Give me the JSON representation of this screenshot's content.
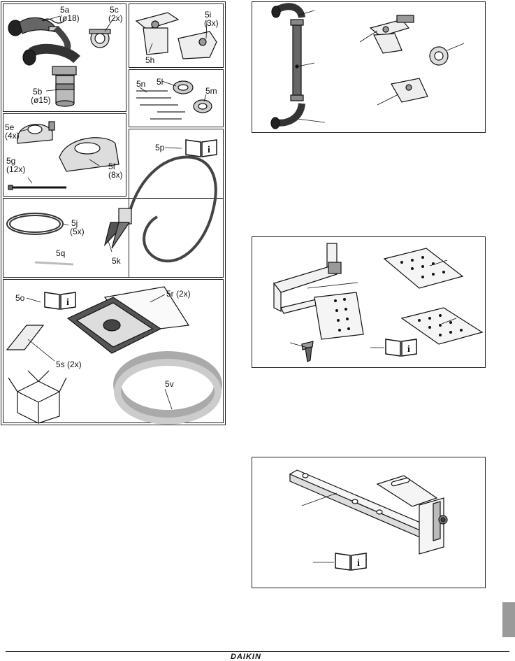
{
  "left_panel": {
    "labels": {
      "l5a": "5a",
      "l5a_sub": "(ø18)",
      "l5c": "5c",
      "l5c_sub": "(2x)",
      "l5b": "5b",
      "l5b_sub": "(ø15)",
      "l5i": "5i",
      "l5i_sub": "(3x)",
      "l5h": "5h",
      "l5n": "5n",
      "l5l": "5l",
      "l5m": "5m",
      "l5e": "5e",
      "l5e_sub": "(4x)",
      "l5g": "5g",
      "l5g_sub": "(12x)",
      "l5f": "5f",
      "l5f_sub": "(8x)",
      "l5p": "5p",
      "l5j": "5j",
      "l5j_sub": "(5x)",
      "l5q": "5q",
      "l5k": "5k",
      "l5o": "5o",
      "l5r": "5r (2x)",
      "l5s": "5s (2x)",
      "l5v": "5v"
    }
  },
  "icons": {
    "manual": "manual-icon",
    "info_glyph": "i"
  },
  "footer": {
    "brand": "DAIKIN"
  }
}
